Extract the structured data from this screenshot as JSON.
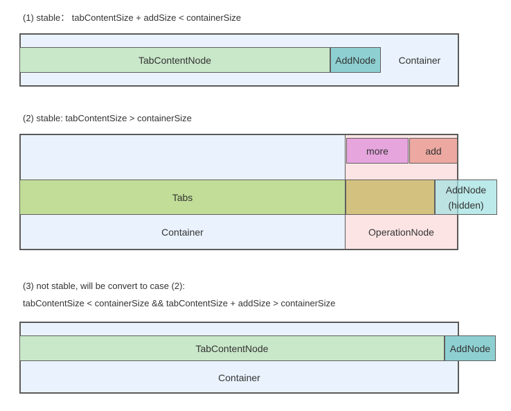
{
  "case1": {
    "caption": "(1) stable：  tabContentSize + addSize < containerSize",
    "tab_content_label": "TabContentNode",
    "add_node_label": "AddNode",
    "container_label": "Container"
  },
  "case2": {
    "caption": "(2) stable:   tabContentSize > containerSize",
    "tabs_label": "Tabs",
    "container_label": "Container",
    "more_label": "more",
    "add_label": "add",
    "operation_label": "OperationNode",
    "add_node_label": "AddNode",
    "add_node_sub": "(hidden)"
  },
  "case3": {
    "caption_line1": "(3) not stable, will be convert to case (2):",
    "caption_line2": "tabContentSize < containerSize && tabContentSize + addSize > containerSize",
    "tab_content_label": "TabContentNode",
    "add_node_label": "AddNode",
    "container_label": "Container"
  },
  "colors": {
    "container": "#eaf3fd",
    "tab_content": "#c9e7c9",
    "tabs": "#c1dd97",
    "add_node": "#8ed0d2",
    "operation": "#fde4e4",
    "more": "#e7a5de",
    "add": "#eca8a1",
    "overlap": "#d3c27f"
  }
}
